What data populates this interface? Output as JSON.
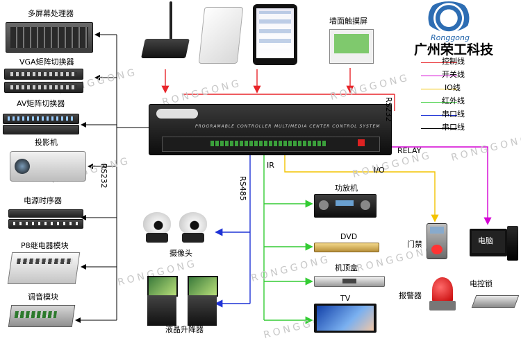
{
  "brand": {
    "name_en": "Ronggong",
    "name_cn": "广州荣工科技"
  },
  "watermark": "RONGGONG",
  "left_devices": [
    {
      "label": "多屏幕处理器",
      "icon": "multiscreen-processor-icon"
    },
    {
      "label": "VGA矩阵切换器",
      "icon": "vga-matrix-switcher-icon"
    },
    {
      "label": "AV矩阵切换器",
      "icon": "av-matrix-switcher-icon"
    },
    {
      "label": "投影机",
      "icon": "projector-icon"
    },
    {
      "label": "电源时序器",
      "icon": "power-sequencer-icon"
    },
    {
      "label": "P8继电器模块",
      "icon": "relay-module-icon"
    },
    {
      "label": "调音模块",
      "icon": "audio-mixer-module-icon"
    }
  ],
  "top_devices": [
    {
      "label": "",
      "icon": "wireless-router-icon"
    },
    {
      "label": "",
      "icon": "tablet-stand-icon"
    },
    {
      "label": "",
      "icon": "ipad-icon"
    },
    {
      "label": "墙面触摸屏",
      "icon": "wall-touch-panel-icon"
    }
  ],
  "controller": {
    "label1": "PROGRAMABLE CONTROLLER",
    "label2": "MULTIMEDIA CENTER CONTROL SYSTEM"
  },
  "connections": {
    "rs232_left": "RS232",
    "rs232_right": "RS232",
    "rs485": "RS485",
    "ir": "IR",
    "io": "I/O",
    "relay": "RELAY"
  },
  "bottom_devices": [
    {
      "label": "摄像头",
      "icon": "ptz-camera-icon"
    },
    {
      "label": "液晶升降器",
      "icon": "lcd-lift-icon"
    },
    {
      "label": "功放机",
      "icon": "amplifier-icon"
    },
    {
      "label": "DVD",
      "icon": "dvd-player-icon"
    },
    {
      "label": "机顶盒",
      "icon": "set-top-box-icon"
    },
    {
      "label": "TV",
      "icon": "tv-icon"
    },
    {
      "label": "门禁",
      "icon": "access-control-icon"
    },
    {
      "label": "报警器",
      "icon": "alarm-light-icon"
    },
    {
      "label": "电脑",
      "icon": "computer-icon"
    },
    {
      "label": "电控锁",
      "icon": "electric-lock-icon"
    }
  ],
  "legend": [
    {
      "label": "控制线",
      "color": "#e8252a"
    },
    {
      "label": "开关线",
      "color": "#d400d4"
    },
    {
      "label": "IO线",
      "color": "#f3c300"
    },
    {
      "label": "红外线",
      "color": "#33cc33"
    },
    {
      "label": "串口线",
      "color": "#1f33d6"
    },
    {
      "label": "串口线",
      "color": "#000000"
    }
  ]
}
